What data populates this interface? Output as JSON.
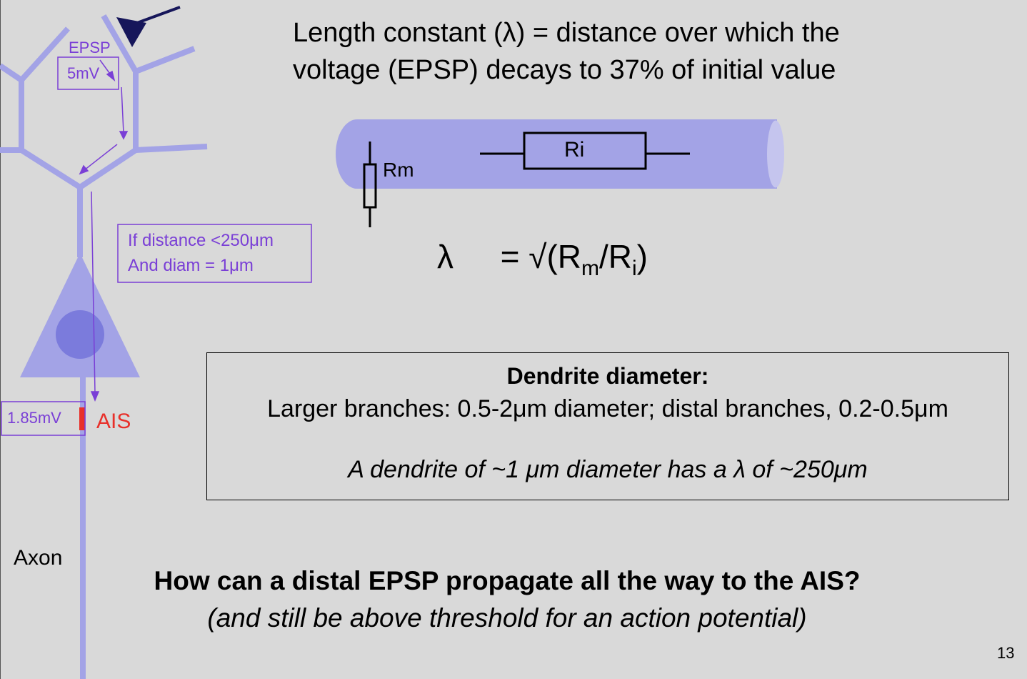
{
  "neuron": {
    "epsp_label": "EPSP",
    "epsp_value": "5mV",
    "condition_line1": "If distance <250μm",
    "condition_line2": "And diam = 1μm",
    "ais_value": "1.85mV",
    "ais_label": "AIS",
    "axon_label": "Axon"
  },
  "title": {
    "line1": "Length constant (λ)  =  distance over which the",
    "line2": "voltage (EPSP) decays to 37% of initial value"
  },
  "cable": {
    "rm_label": "Rm",
    "ri_label": "Ri"
  },
  "formula": {
    "lambda": "λ",
    "equals_sqrt": "= √(R",
    "sub_m": "m",
    "slash_r": "/R",
    "sub_i": "i",
    "close": ")"
  },
  "info_box": {
    "heading": "Dendrite diameter:",
    "line1": "Larger branches: 0.5-2μm diameter; distal branches, 0.2-0.5μm",
    "line2": "A dendrite of ~1 μm diameter has a λ of ~250μm"
  },
  "question": {
    "main": "How can a distal EPSP propagate all the way to the AIS?",
    "sub": "(and still be above threshold for an action potential)"
  },
  "page_number": "13",
  "colors": {
    "background": "#d9d9d9",
    "neuron": "#a3a3e6",
    "nucleus": "#7b7bdc",
    "annotation": "#7a3fd6",
    "ais": "#e8302a",
    "electrode": "#16165a"
  }
}
